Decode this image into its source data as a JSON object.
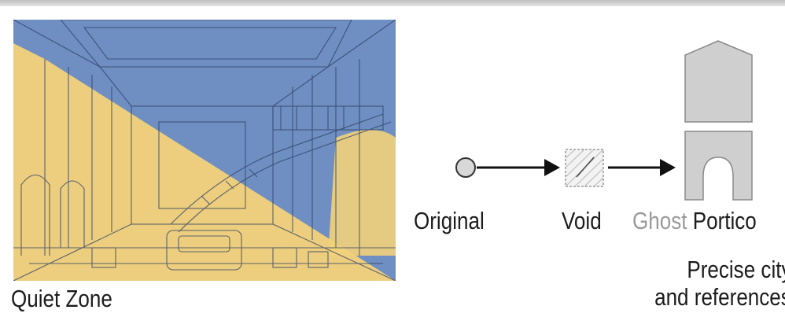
{
  "left_panel": {
    "caption": "Quiet Zone"
  },
  "flow": {
    "nodes": [
      {
        "label": "Original",
        "icon": "circle-icon"
      },
      {
        "label": "Void",
        "icon": "hatched-square-icon"
      },
      {
        "label_light": "Ghost ",
        "label_dark": "Portico",
        "icon": "portico-icon"
      }
    ],
    "description_lines": [
      "Precise city",
      "and references"
    ]
  },
  "colors": {
    "blue": "#6f8fc2",
    "yellow": "#f2d27a",
    "line": "#2c3e63",
    "portico": "#cfcfcf"
  }
}
